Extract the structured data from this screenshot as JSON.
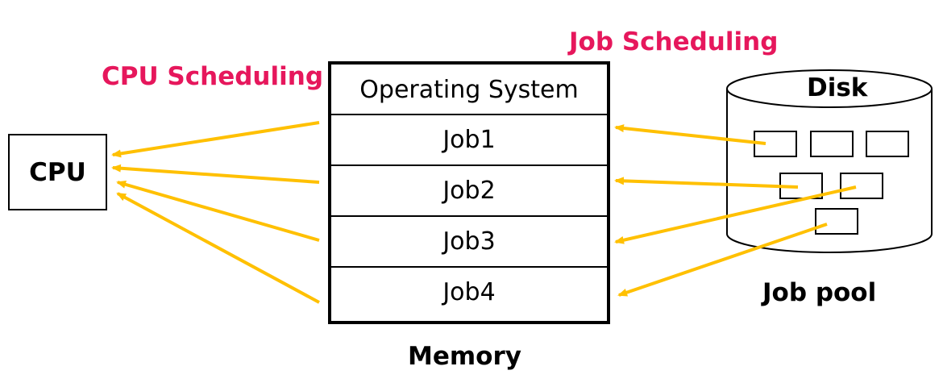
{
  "labels": {
    "job_scheduling": "Job Scheduling",
    "cpu_scheduling": "CPU Scheduling",
    "cpu": "CPU",
    "memory": "Memory",
    "disk": "Disk",
    "job_pool": "Job pool"
  },
  "memory": {
    "rows": [
      "Operating System",
      "Job1",
      "Job2",
      "Job3",
      "Job4"
    ]
  },
  "colors": {
    "accent_red": "#e6175c",
    "arrow_yellow": "#ffc000",
    "line_black": "#000000"
  }
}
